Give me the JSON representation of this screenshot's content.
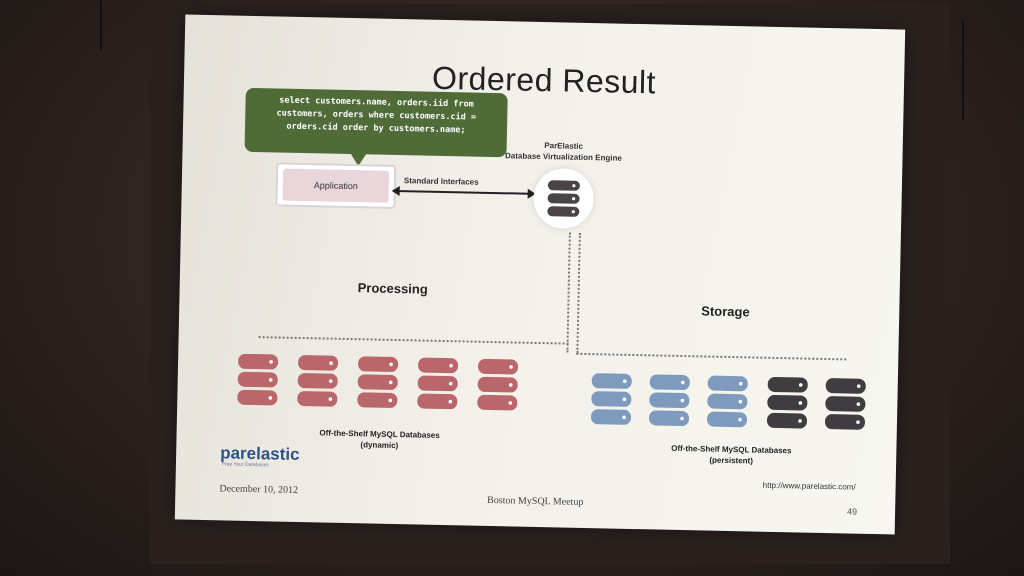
{
  "slide": {
    "title": "Ordered Result",
    "sql_callout": {
      "line1": "select customers.name, orders.iid from",
      "line2": "customers, orders where customers.cid =",
      "line3": "orders.cid order by customers.name;"
    },
    "application_label": "Application",
    "standard_interfaces_label": "Standard Interfaces",
    "engine_label": {
      "line1": "ParElastic",
      "line2": "Database Virtualization Engine"
    },
    "processing_label": "Processing",
    "storage_label": "Storage",
    "processing_caption": {
      "line1": "Off-the-Shelf MySQL Databases",
      "line2": "(dynamic)"
    },
    "storage_caption": {
      "line1": "Off-the-Shelf MySQL Databases",
      "line2": "(persistent)"
    },
    "logo_text": "parelastic",
    "logo_tagline": "Free Your Databases",
    "footer": {
      "date": "December 10, 2012",
      "event": "Boston MySQL Meetup",
      "url": "http://www.parelastic.com/",
      "page": "49"
    },
    "colors": {
      "callout": "#4f6b38",
      "processing_db": "#b9676a",
      "storage_db_blue": "#7e9bbd",
      "storage_db_dark": "#3f3d3f",
      "engine_db": "#4a4446"
    },
    "icons": {
      "engine": "database-icon",
      "processing": "database-icon",
      "storage": "database-icon"
    }
  }
}
